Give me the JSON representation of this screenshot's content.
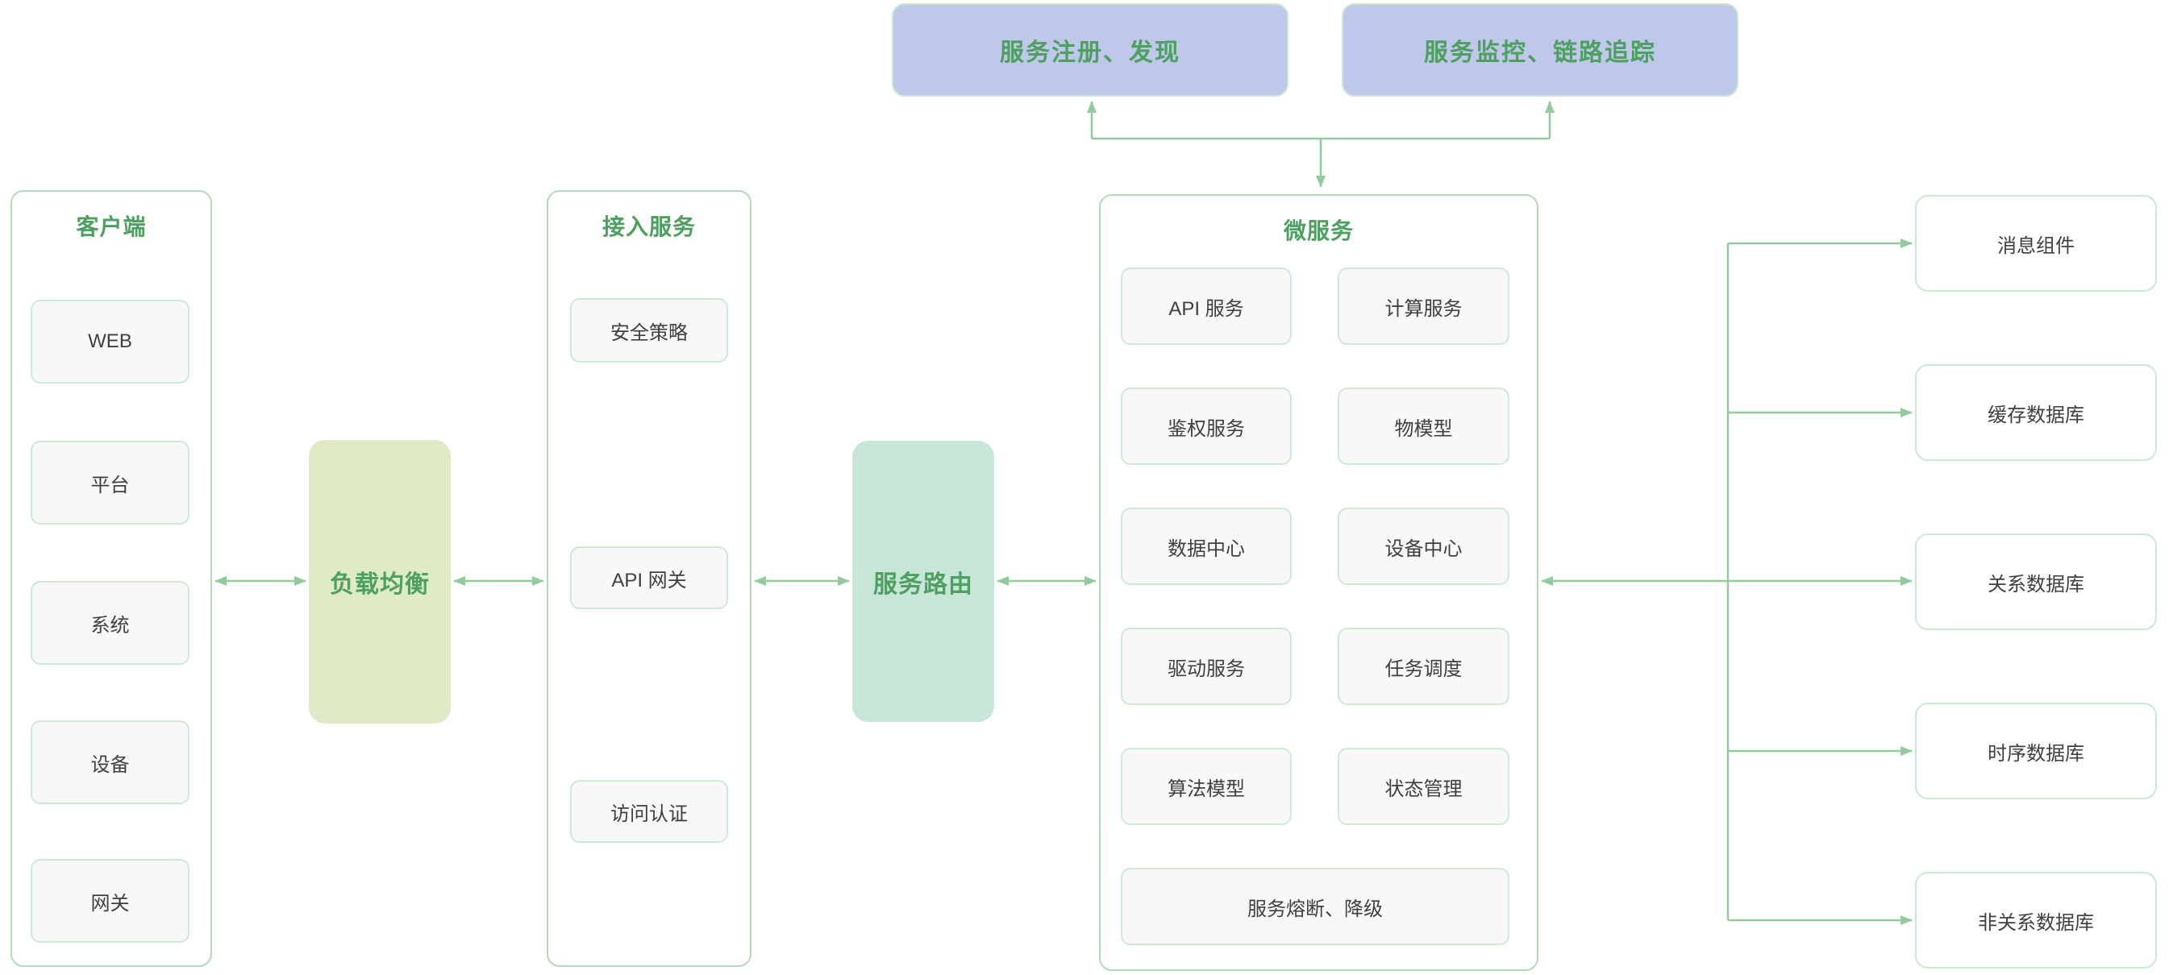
{
  "diagram": {
    "top_boxes": [
      {
        "label": "服务注册、发现"
      },
      {
        "label": "服务监控、链路追踪"
      }
    ],
    "client_panel": {
      "title": "客户端",
      "items": [
        {
          "label": "WEB"
        },
        {
          "label": "平台"
        },
        {
          "label": "系统"
        },
        {
          "label": "设备"
        },
        {
          "label": "网关"
        }
      ]
    },
    "load_balancer": {
      "label": "负载均衡"
    },
    "access_panel": {
      "title": "接入服务",
      "items": [
        {
          "label": "安全策略"
        },
        {
          "label": "API 网关"
        },
        {
          "label": "访问认证"
        }
      ]
    },
    "service_router": {
      "label": "服务路由"
    },
    "microservices_panel": {
      "title": "微服务",
      "items": [
        {
          "label": "API 服务"
        },
        {
          "label": "计算服务"
        },
        {
          "label": "鉴权服务"
        },
        {
          "label": "物模型"
        },
        {
          "label": "数据中心"
        },
        {
          "label": "设备中心"
        },
        {
          "label": "驱动服务"
        },
        {
          "label": "任务调度"
        },
        {
          "label": "算法模型"
        },
        {
          "label": "状态管理"
        }
      ],
      "footer_item": {
        "label": "服务熔断、降级"
      }
    },
    "datastores": [
      {
        "label": "消息组件"
      },
      {
        "label": "缓存数据库"
      },
      {
        "label": "关系数据库"
      },
      {
        "label": "时序数据库"
      },
      {
        "label": "非关系数据库"
      }
    ],
    "colors": {
      "arrow_green": "#92cb9e",
      "panel_border_green": "#aedcb8",
      "title_green": "#4da05f",
      "item_text": "#3f3f3f",
      "top_box_lavender": "#bfc8ea",
      "load_balancer_fill": "#dfeac7",
      "service_router_fill": "#c7e6d7",
      "item_fill": "#f8f8f8"
    }
  }
}
